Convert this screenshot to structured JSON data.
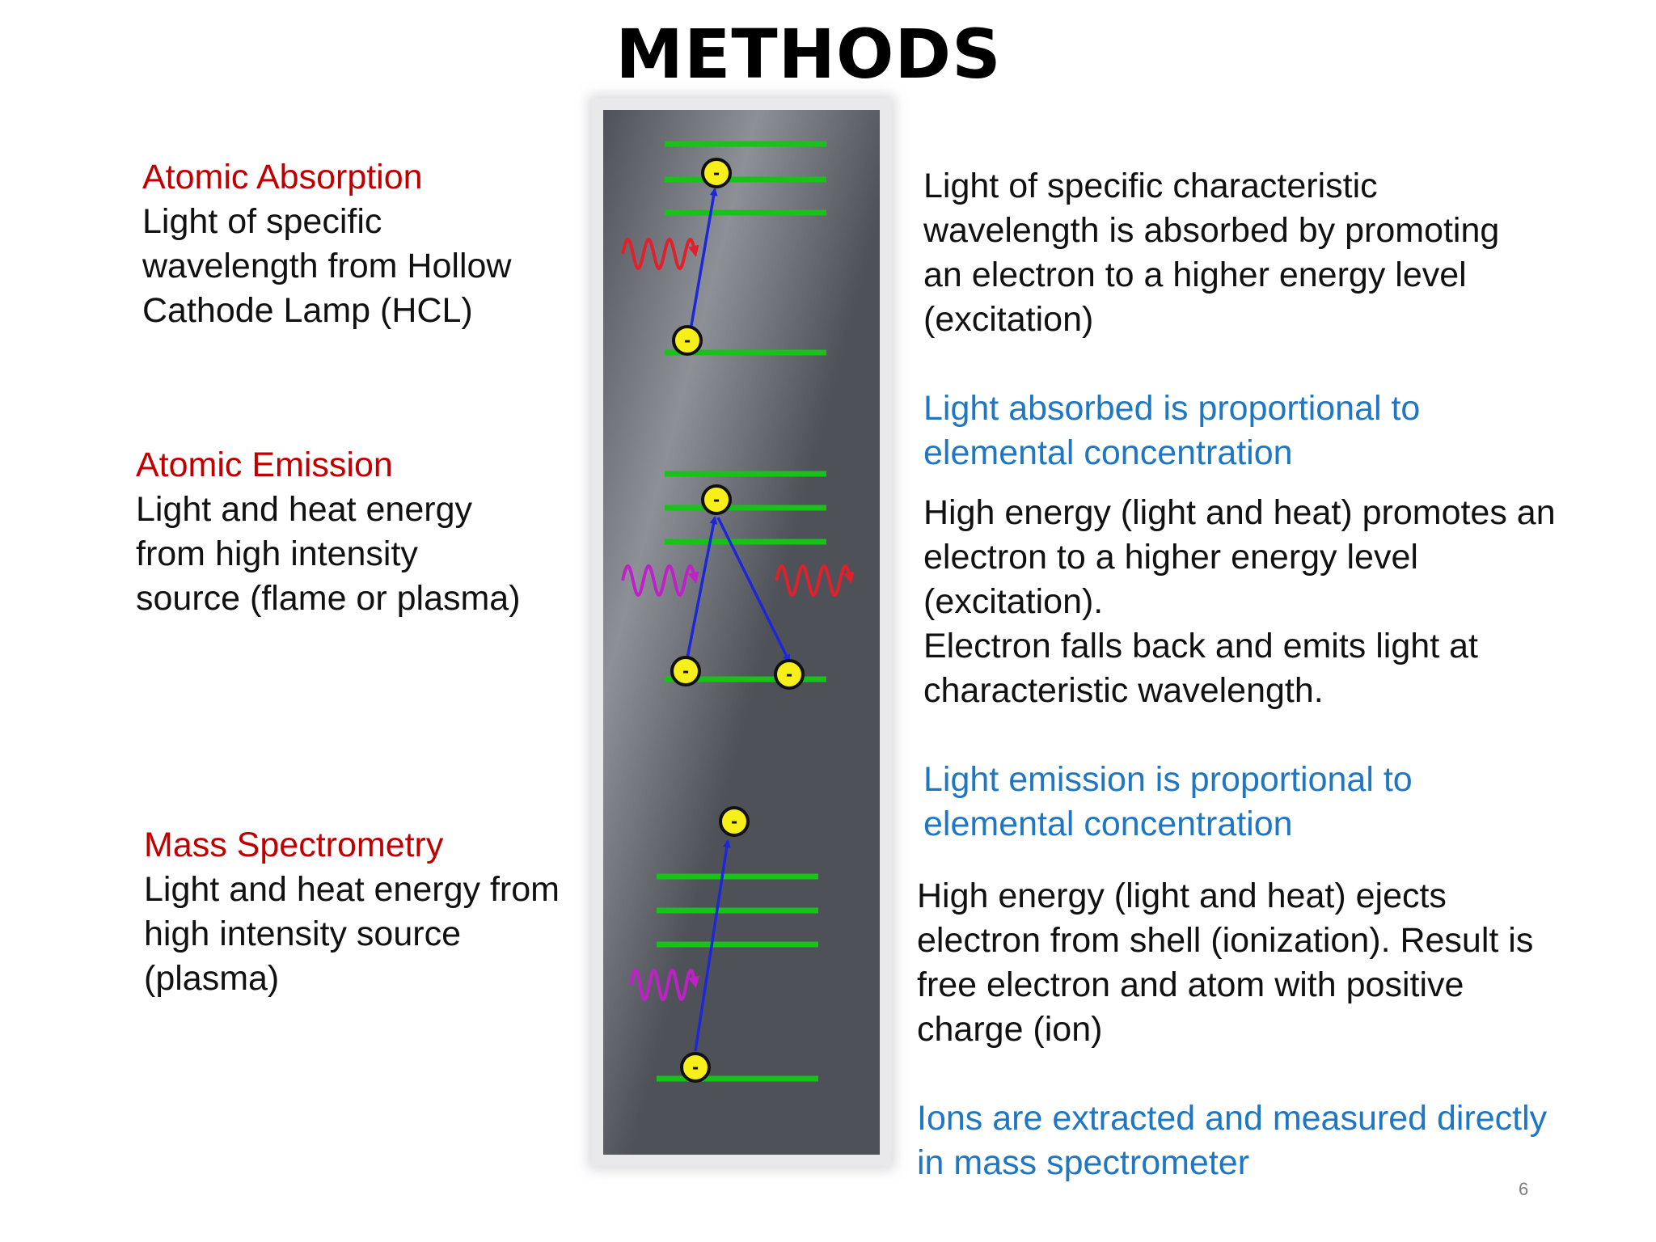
{
  "slide": {
    "title": "METHODS",
    "page_number": "6"
  },
  "methods": [
    {
      "name": "Atomic Absorption",
      "source": "Light of specific\nwavelength from Hollow\nCathode Lamp (HCL)",
      "description": "Light of specific characteristic\nwavelength is absorbed by promoting\nan electron to a higher energy level\n(excitation)",
      "highlight": "Light absorbed is proportional to\nelemental concentration"
    },
    {
      "name": "Atomic Emission",
      "source": "Light and heat energy\nfrom high intensity\nsource (flame or plasma)",
      "description": "High energy (light and heat) promotes an\nelectron to a higher energy level\n(excitation).\nElectron falls back and emits light at\ncharacteristic wavelength.",
      "highlight": "Light emission is proportional to\nelemental concentration"
    },
    {
      "name": "Mass Spectrometry",
      "source": "Light and heat energy from\nhigh intensity source\n(plasma)",
      "description": "High energy (light and heat) ejects\nelectron from shell (ionization). Result is\nfree electron and atom with positive\ncharge (ion)",
      "highlight": "Ions are extracted and measured directly\nin mass spectrometer"
    }
  ],
  "diagram": {
    "electron_label": "-",
    "colors": {
      "panel_dark": "#4f5158",
      "panel_light": "#8e9098",
      "energy_level": "#19c219",
      "electron_fill": "#f7ef1a",
      "electron_stroke": "#111111",
      "transition_arrow": "#1c28d8",
      "absorbed_wave": "#e0202a",
      "incoming_wave": "#c020c8",
      "emitted_wave": "#e0202a"
    }
  }
}
